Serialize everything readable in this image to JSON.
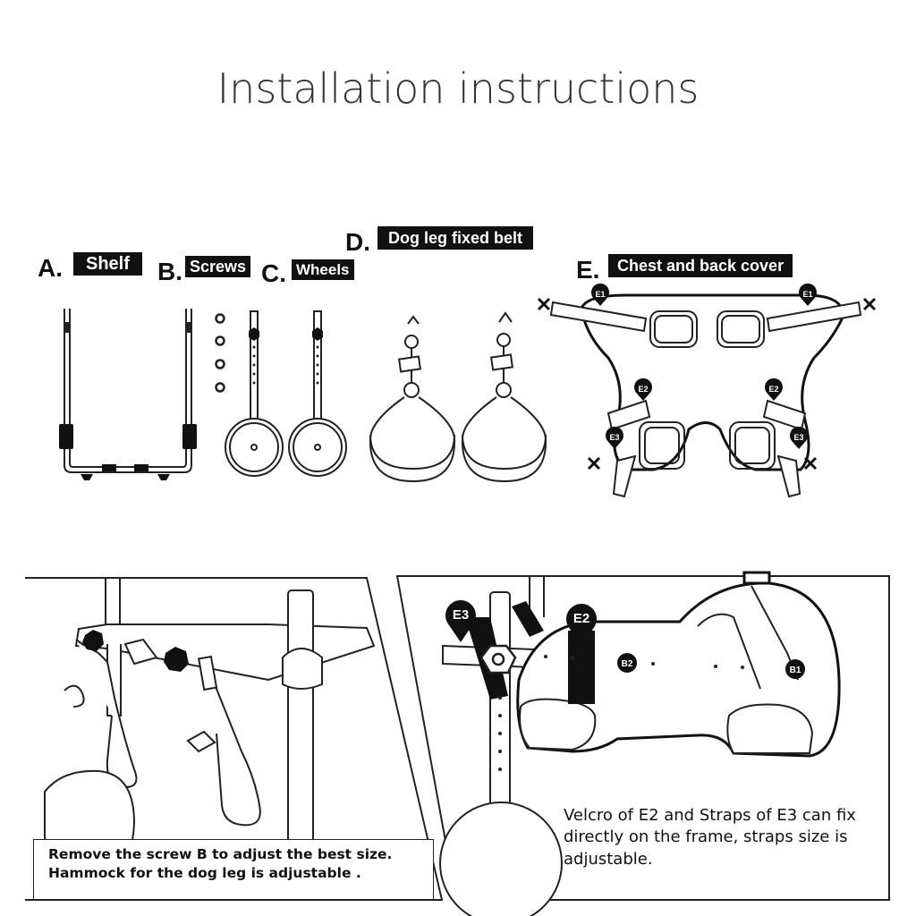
{
  "title": "Installation instructions",
  "parts": {
    "a": {
      "letter": "A.",
      "label": "Shelf"
    },
    "b": {
      "letter": "B.",
      "label": "Screws"
    },
    "c": {
      "letter": "C.",
      "label": "Wheels"
    },
    "d": {
      "letter": "D.",
      "label": "Dog leg fixed belt"
    },
    "e": {
      "letter": "E.",
      "label": "Chest and back cover"
    }
  },
  "markers": {
    "e1": "E1",
    "e2": "E2",
    "e3": "E3",
    "b1": "B1",
    "b2": "B2"
  },
  "captions": {
    "left_line1": "Remove the screw B to adjust the best size.",
    "left_line2": "Hammock for the dog leg is adjustable .",
    "right_line1": "Velcro of E2 and Straps of E3 can fix",
    "right_line2": "directly on the frame, straps size is",
    "right_line3": "adjustable."
  }
}
